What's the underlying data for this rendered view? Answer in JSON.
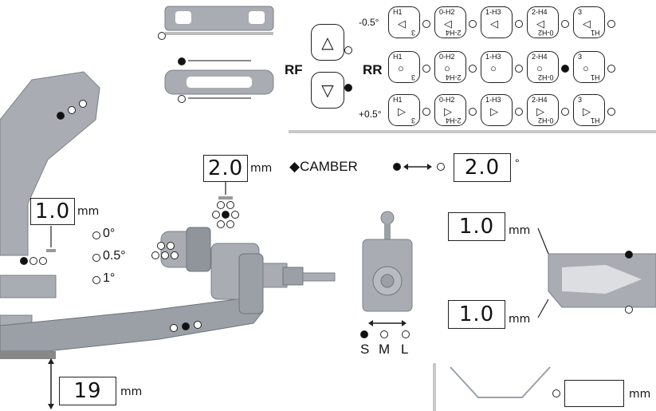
{
  "rf_label": "RF",
  "rr_label": "RR",
  "toe_minus": "-0.5°",
  "toe_plus": "+0.5°",
  "arrow_up": "△",
  "arrow_down": "▽",
  "pin_cells": {
    "h1": "H1",
    "h1_bottom": "3",
    "h2": "0-H2",
    "h2_bottom": "2-H4",
    "h3": "1-H3",
    "h4": "2-H4",
    "h4_bottom": "0-H2",
    "h5": "3",
    "h5_bottom": "H1"
  },
  "camber": {
    "label": "◆CAMBER",
    "value": "2.0",
    "unit": "°"
  },
  "upper_spacer": {
    "value": "2.0",
    "unit": "mm"
  },
  "left_spacer": {
    "value": "1.0",
    "unit": "mm"
  },
  "ride_height": {
    "value": "19",
    "unit": "mm"
  },
  "arm_front_spacer": {
    "value": "1.0",
    "unit": "mm"
  },
  "arm_rear_spacer": {
    "value": "1.0",
    "unit": "mm"
  },
  "swaybar": {
    "value": "",
    "unit": "mm"
  },
  "caster_options": [
    "0°",
    "0.5°",
    "1°"
  ],
  "sml": [
    "S",
    "M",
    "L"
  ],
  "colors": {
    "part_gray": "#a9adb3",
    "part_dark": "#7b8087",
    "line": "#222222",
    "panel_rule": "#c8c8c8"
  }
}
